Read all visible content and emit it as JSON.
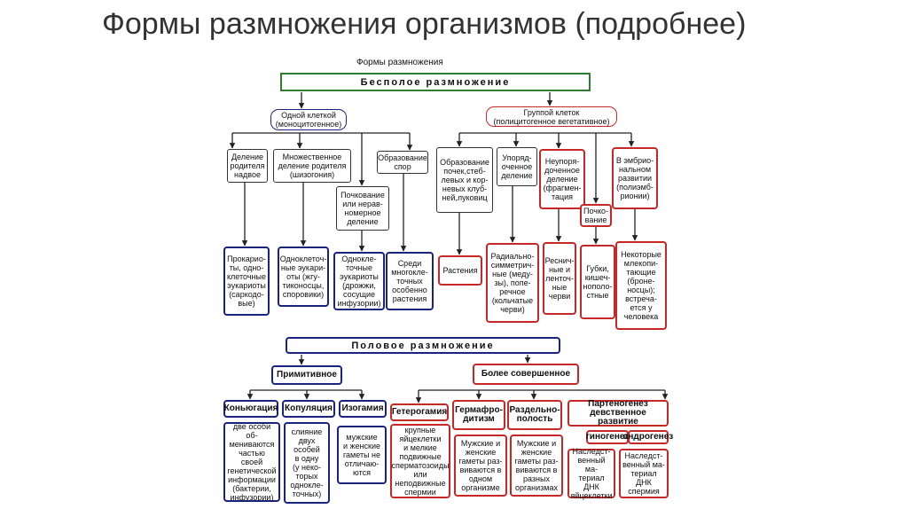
{
  "slide_title": "Формы размножения организмов (подробнее)",
  "diagram": {
    "header": "Формы размножения",
    "asexual": {
      "label": "Бесполое размножение",
      "one_cell": "Одной клеткой\n(моноцитогенное)",
      "group_cells": "Группой клеток\n(полицитогенное вегетативное)",
      "division": "Деление\nродителя\nнадвое",
      "multiple_division": "Множественное\nделение родителя\n(шизогония)",
      "budding_uneven": "Почкование\nили нерав-\nномерное\nделение",
      "spore_formation": "Образование\nспор",
      "organs_formation": "Образование\nпочек,стеб-\nлевых и кор-\nневых клуб-\nней,луковиц",
      "ordered_division": "Упоряд-\nоченное\nделение",
      "unordered_division": "Неупоря-\nдоченное\nделение\n(фрагмен-\nтация",
      "budding": "Почко-\nвание",
      "embryonic": "В эмбрио-\nнальном\nразвитии\n(полиэмб-\nрионии)",
      "ex_prokaryotes": "Прокарио-\nты, одно-\nклеточные\nэукариоты\n(саркодо-\nвые)",
      "ex_schizogony": "Одноклеточ-\nные эукари-\nоты (жгу-\nтиконосцы,\nспоровики)",
      "ex_budding": "Однокле-\nточные\nэукариоты\n(дрожжи,\nсосущие\nинфузории)",
      "ex_spores": "Среди\nмногокле-\nточных\nособенно\nрастения",
      "ex_plants": "Растения",
      "ex_radial": "Радиально-\nсимметрич-\nные (меду-\nзы), попе-\nречное\n(кольчатые\nчерви)",
      "ex_ciliary": "Реснич-\nные и\nленточ-\nные\nчерви",
      "ex_sponges": "Губки,\nкишеч-\nнополо-\nстные",
      "ex_mammals": "Некоторые\nмлекопи-\nтающие\n(броне-\nносцы);\nвстреча-\nется у\nчеловека"
    },
    "sexual": {
      "label": "Половое размножение",
      "primitive": "Примитивное",
      "advanced": "Более совершенное",
      "conjugation": "Коньюгация",
      "copulation": "Копуляция",
      "isogamy": "Изогамия",
      "heterogamy": "Гетерогамия",
      "hermaphroditism": "Гермафро-\nдитизм",
      "gonochorism": "Раздельно-\nполость",
      "parthenogenesis": "Партеногенез\nдевственное развитие",
      "gynogenesis": "гиногенез",
      "androgenesis": "андрогенез",
      "ex_conjugation": "две особи об-\nмениваются\nчастью своей\nгенетической\nинформации\n(бактерии,\nинфузории)",
      "ex_copulation": "слияние\nдвух\nособей\nв одну\n(у неко-\nторых\nоднокле-\nточных)",
      "ex_isogamy": "мужские\nи женские\nгаметы не\nотличаю-\nются",
      "ex_heterogamy": "крупные\nяйцеклетки\nи мелкие\nподвижные\nсперматозоиды\nили\nнеподвижные\nспермии",
      "ex_hermaphroditism": "Мужские и\nженские\nгаметы раз-\nвиваются в\nодном\nорганизме",
      "ex_gonochorism": "Мужские и\nженские\nгаметы раз-\nвиваются в\nразных\nорганизмах",
      "ex_gynogenesis": "Наследст-\nвенный ма-\nтериал ДНК\nяйцеклетки",
      "ex_androgenesis": "Наследст-\nвенный ма-\nтериал ДНК\nспермия"
    }
  },
  "colors": {
    "asexual_band": "#2e7d32",
    "sexual_band": "#1a237e",
    "blue_branch": "#1a237e",
    "red_branch": "#c62828",
    "title_text": "#333333"
  }
}
